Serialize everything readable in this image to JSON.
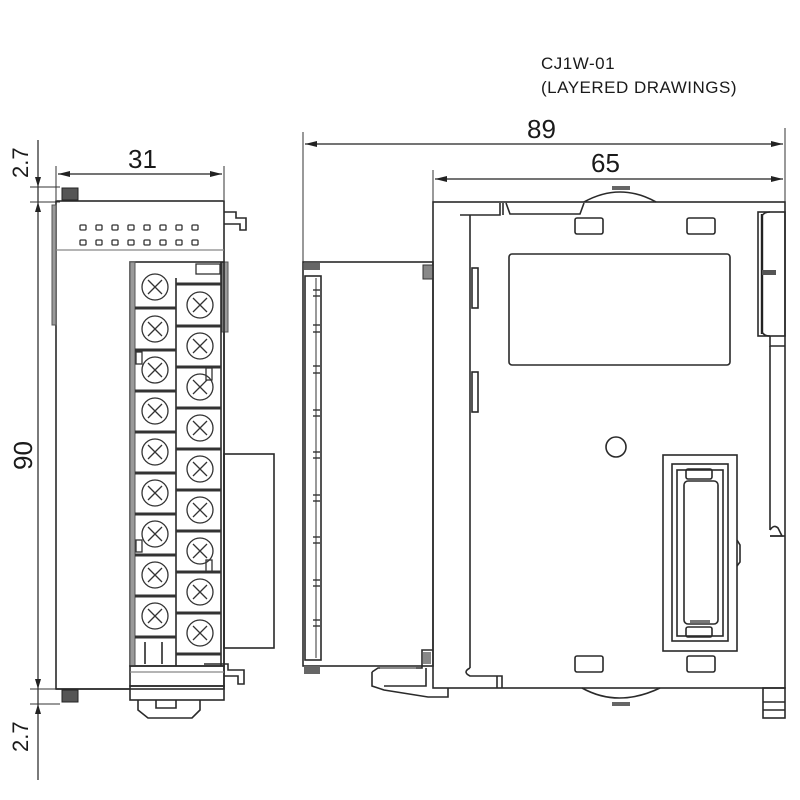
{
  "title": {
    "model": "CJ1W-01",
    "subtitle": "(LAYERED DRAWINGS)"
  },
  "dimensions": {
    "front_width": "31",
    "side_total_depth": "89",
    "side_body_depth": "65",
    "height": "90",
    "top_offset": "2.7",
    "bottom_offset": "2.7"
  },
  "units": "mm",
  "views": [
    {
      "name": "front-view",
      "description": "Front view with two rows of screw terminals"
    },
    {
      "name": "side-view",
      "description": "Side view with layered terminal cover and connector"
    }
  ],
  "front_view": {
    "terminal_rows": [
      {
        "name": "left-column",
        "count": 9
      },
      {
        "name": "right-column",
        "count": 9
      }
    ],
    "indicator_dots_rows": 2,
    "indicator_dots_per_row": 8
  },
  "colors": {
    "line": "#2a2a2a",
    "shade": "#9a9a9a",
    "background": "#ffffff"
  }
}
